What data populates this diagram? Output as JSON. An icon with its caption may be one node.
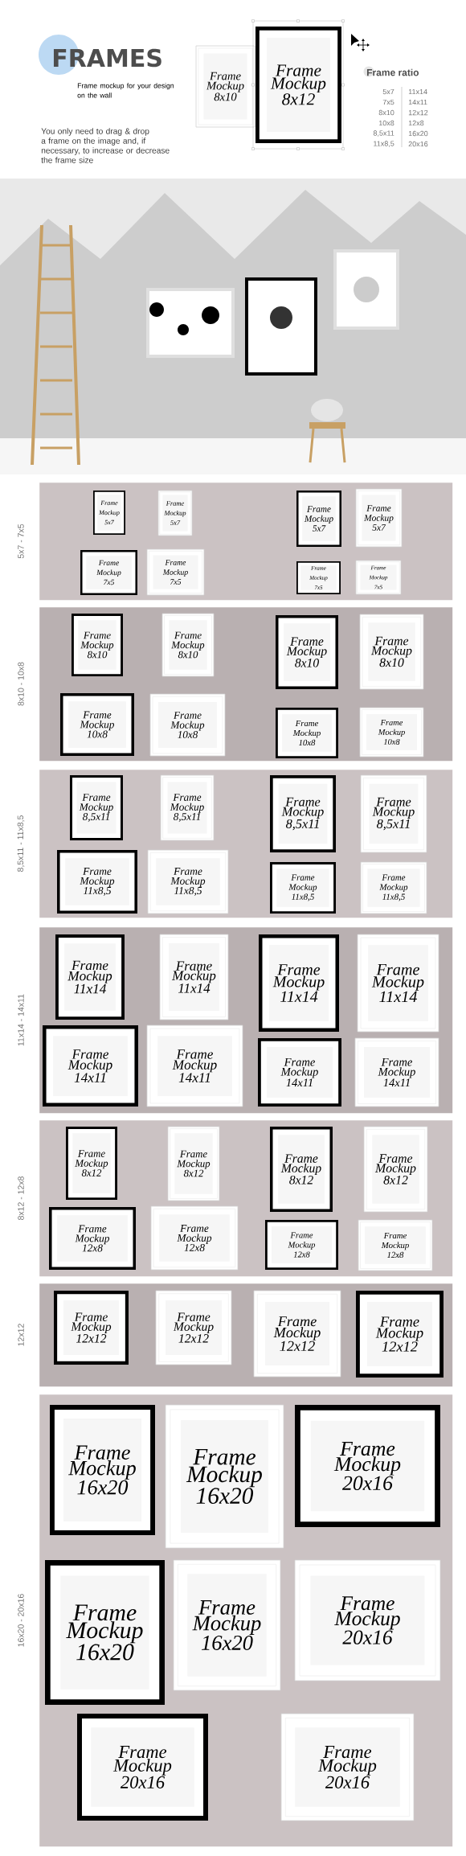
{
  "diagram": {
    "title": "FRAMES",
    "nodes": [
      {
        "text": [
          "Frame Mockup 8x10"
        ]
      },
      {
        "text": [
          "Frame Mockup 8x12"
        ]
      },
      {
        "text": [
          "5x7 - 7x5"
        ]
      },
      {
        "text": [
          "Frame Mockup 5x7"
        ],
        "in": 2
      },
      {
        "text": [
          "Frame Mockup 5x7"
        ],
        "in": 2
      },
      {
        "text": [
          "Frame Mockup 5x7"
        ],
        "in": 2
      },
      {
        "text": [
          "Frame Mockup 5x7"
        ],
        "in": 2
      },
      {
        "text": [
          "Frame Mockup 7x5"
        ],
        "in": 2
      },
      {
        "text": [
          "Frame Mockup 7x5"
        ],
        "in": 2
      },
      {
        "text": [
          "Frame Mockup 7x5"
        ],
        "in": 2
      },
      {
        "text": [
          "Frame Mockup 7x5"
        ],
        "in": 2
      },
      {
        "text": [
          "8x10 - 10x8"
        ]
      },
      {
        "text": [
          "Frame Mockup 8x10"
        ],
        "in": 11
      },
      {
        "text": [
          "Frame Mockup 8x10"
        ],
        "in": 11
      },
      {
        "text": [
          "Frame Mockup 8x10"
        ],
        "in": 11
      },
      {
        "text": [
          "Frame Mockup 8x10"
        ],
        "in": 11
      },
      {
        "text": [
          "Frame Mockup 10x8"
        ],
        "in": 11
      },
      {
        "text": [
          "Frame Mockup 10x8"
        ],
        "in": 11
      },
      {
        "text": [
          "Frame Mockup 10x8"
        ],
        "in": 11
      },
      {
        "text": [
          "Frame Mockup 10x8"
        ],
        "in": 11
      },
      {
        "text": [
          "8,5x11 - 11x8,5"
        ]
      },
      {
        "text": [
          "Frame Mockup 8,5x11"
        ],
        "in": 20
      },
      {
        "text": [
          "Frame Mockup 8,5x11"
        ],
        "in": 20
      },
      {
        "text": [
          "Frame Mockup 8,5x11"
        ],
        "in": 20
      },
      {
        "text": [
          "Frame Mockup 8,5x11"
        ],
        "in": 20
      },
      {
        "text": [
          "Frame Mockup 11x8,5"
        ],
        "in": 20
      },
      {
        "text": [
          "Frame Mockup 11x8,5"
        ],
        "in": 20
      },
      {
        "text": [
          "Frame Mockup 11x8,5"
        ],
        "in": 20
      },
      {
        "text": [
          "Frame Mockup 11x8,5"
        ],
        "in": 20
      },
      {
        "text": [
          "11x14 - 14x11"
        ]
      },
      {
        "text": [
          "Frame Mockup 11x14"
        ],
        "in": 29
      },
      {
        "text": [
          "Frame Mockup 11x14"
        ],
        "in": 29
      },
      {
        "text": [
          "Frame Mockup 11x14"
        ],
        "in": 29
      },
      {
        "text": [
          "Frame Mockup 11x14"
        ],
        "in": 29
      },
      {
        "text": [
          "Frame Mockup 14x11"
        ],
        "in": 29
      },
      {
        "text": [
          "Frame Mockup 14x11"
        ],
        "in": 29
      },
      {
        "text": [
          "Frame Mockup 14x11"
        ],
        "in": 29
      },
      {
        "text": [
          "Frame Mockup 14x11"
        ],
        "in": 29
      },
      {
        "text": [
          "8x12 - 12x8"
        ]
      },
      {
        "text": [
          "Frame Mockup 8x12"
        ],
        "in": 38
      },
      {
        "text": [
          "Frame Mockup 8x12"
        ],
        "in": 38
      },
      {
        "text": [
          "Frame Mockup 8x12"
        ],
        "in": 38
      },
      {
        "text": [
          "Frame Mockup 8x12"
        ],
        "in": 38
      },
      {
        "text": [
          "Frame Mockup 12x8"
        ],
        "in": 38
      },
      {
        "text": [
          "Frame Mockup 12x8"
        ],
        "in": 38
      },
      {
        "text": [
          "Frame Mockup 12x8"
        ],
        "in": 38
      },
      {
        "text": [
          "Frame Mockup 12x8"
        ],
        "in": 38
      },
      {
        "text": [
          "12x12"
        ]
      },
      {
        "text": [
          "Frame Mockup 12x12"
        ],
        "in": 47
      },
      {
        "text": [
          "Frame Mockup 12x12"
        ],
        "in": 47
      },
      {
        "text": [
          "Frame Mockup 12x12"
        ],
        "in": 47
      },
      {
        "text": [
          "Frame Mockup 12x12"
        ],
        "in": 47
      },
      {
        "text": [
          "16x20 - 20x16"
        ]
      },
      {
        "text": [
          "Frame Mockup 16x20"
        ],
        "in": 52
      },
      {
        "text": [
          "Frame Mockup 16x20"
        ],
        "in": 52
      },
      {
        "text": [
          "Frame Mockup 20x16"
        ],
        "in": 52
      },
      {
        "text": [
          "Frame Mockup 16x20"
        ],
        "in": 52
      },
      {
        "text": [
          "Frame Mockup 16x20"
        ],
        "in": 52
      },
      {
        "text": [
          "Frame Mockup 20x16"
        ],
        "in": 52
      },
      {
        "text": [
          "Frame Mockup 20x16"
        ],
        "in": 52
      },
      {
        "text": [
          "Frame Mockup 20x16"
        ],
        "in": 52
      }
    ],
    "labels": [
      "Frame mockup for your design on the wall",
      "You only need to drag & drop a frame on the image and, if necessary, to increase or decrease the frame size",
      "Frame ratio",
      "5x7",
      "11x14",
      "7x5",
      "14x11",
      "8x10",
      "12x12",
      "10x8",
      "12x8",
      "8,5x11",
      "16x20",
      "11x8,5",
      "20x16"
    ]
  }
}
